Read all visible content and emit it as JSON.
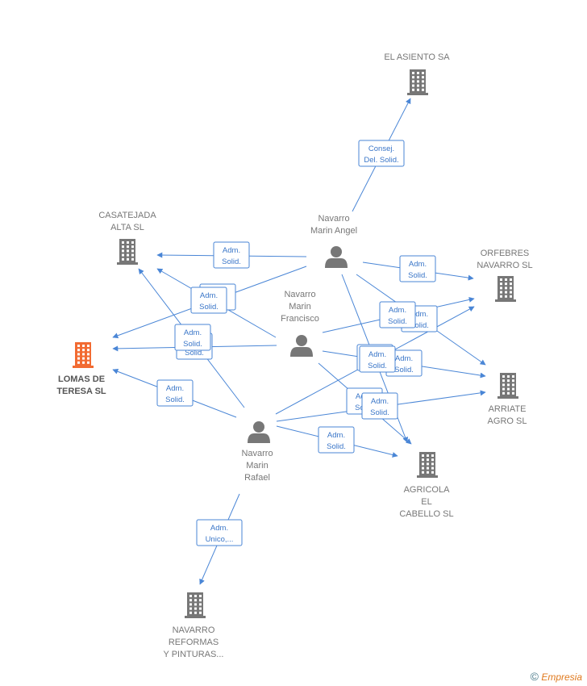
{
  "colors": {
    "edge": "#4a86d6",
    "company": "#777777",
    "focus_company": "#f26b32",
    "person": "#777777"
  },
  "nodes": [
    {
      "id": "asiento",
      "type": "company",
      "lines": [
        "EL ASIENTO SA"
      ],
      "focus": false
    },
    {
      "id": "casatejada",
      "type": "company",
      "lines": [
        "CASATEJADA",
        "ALTA  SL"
      ],
      "focus": false
    },
    {
      "id": "lomas",
      "type": "company",
      "lines": [
        "LOMAS DE",
        "TERESA  SL"
      ],
      "focus": true
    },
    {
      "id": "orfebres",
      "type": "company",
      "lines": [
        "ORFEBRES",
        "NAVARRO  SL"
      ],
      "focus": false
    },
    {
      "id": "arriate",
      "type": "company",
      "lines": [
        "ARRIATE",
        "AGRO  SL"
      ],
      "focus": false
    },
    {
      "id": "agricola",
      "type": "company",
      "lines": [
        "AGRICOLA",
        "EL",
        "CABELLO  SL"
      ],
      "focus": false
    },
    {
      "id": "reformas",
      "type": "company",
      "lines": [
        "NAVARRO",
        "REFORMAS",
        "Y PINTURAS..."
      ],
      "focus": false
    },
    {
      "id": "angel",
      "type": "person",
      "lines": [
        "Navarro",
        "Marin Angel"
      ],
      "focus": false
    },
    {
      "id": "francisco",
      "type": "person",
      "lines": [
        "Navarro",
        "Marin",
        "Francisco"
      ],
      "focus": false
    },
    {
      "id": "rafael",
      "type": "person",
      "lines": [
        "Navarro",
        "Marin",
        "Rafael"
      ],
      "focus": false
    }
  ],
  "edges": [
    {
      "from": "angel",
      "to": "asiento",
      "label": [
        "Consej.",
        "Del. Solid."
      ]
    },
    {
      "from": "angel",
      "to": "casatejada",
      "label": [
        "Adm.",
        "Solid."
      ]
    },
    {
      "from": "angel",
      "to": "lomas",
      "label": [
        "Adm.",
        "Solid."
      ]
    },
    {
      "from": "angel",
      "to": "orfebres",
      "label": [
        "Adm.",
        "Solid."
      ]
    },
    {
      "from": "angel",
      "to": "arriate",
      "label": [
        "Adm.",
        "Solid."
      ]
    },
    {
      "from": "angel",
      "to": "agricola",
      "label": [
        "Adm.",
        "Solid."
      ]
    },
    {
      "from": "francisco",
      "to": "casatejada",
      "label": [
        "Adm.",
        "Solid."
      ]
    },
    {
      "from": "francisco",
      "to": "lomas",
      "label": [
        "Adm.",
        "Solid."
      ]
    },
    {
      "from": "francisco",
      "to": "orfebres",
      "label": [
        "Adm.",
        "Solid."
      ]
    },
    {
      "from": "francisco",
      "to": "arriate",
      "label": [
        "Adm.",
        "Solid."
      ]
    },
    {
      "from": "francisco",
      "to": "agricola",
      "label": [
        "Adm.",
        "Solid."
      ]
    },
    {
      "from": "rafael",
      "to": "casatejada",
      "label": [
        "Adm.",
        "Solid."
      ]
    },
    {
      "from": "rafael",
      "to": "lomas",
      "label": [
        "Adm.",
        "Solid."
      ]
    },
    {
      "from": "rafael",
      "to": "orfebres",
      "label": [
        "Adm.",
        "Solid."
      ]
    },
    {
      "from": "rafael",
      "to": "arriate",
      "label": [
        "Adm.",
        "Solid."
      ]
    },
    {
      "from": "rafael",
      "to": "agricola",
      "label": [
        "Adm.",
        "Solid."
      ]
    },
    {
      "from": "rafael",
      "to": "reformas",
      "label": [
        "Adm.",
        "Unico,..."
      ]
    }
  ],
  "footer": {
    "copyright_symbol": "©",
    "brand": "Empresia"
  }
}
